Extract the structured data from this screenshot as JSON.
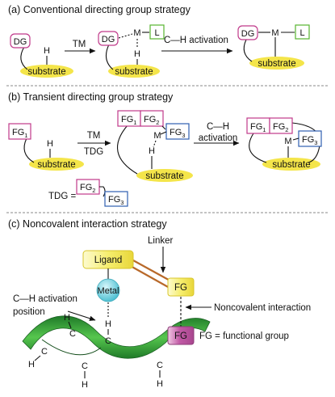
{
  "colors": {
    "substrate_fill": "#f4e54a",
    "dg_border": "#c0398a",
    "l_border": "#58b530",
    "fg_border": "#c0398a",
    "fg3_border": "#2f5fb0",
    "ligand_fill": "#f6ee6e",
    "fg_yellow_fill": "#f7f06a",
    "fg_purple_fill": "#c25aa6",
    "metal_fill": "#6ad0de",
    "linker": "#b8692a",
    "helix": "#2a9a35",
    "separator": "#888888"
  },
  "panel_a": {
    "title": "(a) Conventional directing group strategy",
    "dg": "DG",
    "h": "H",
    "substrate": "substrate",
    "arrow1": "TM",
    "m": "M",
    "l": "L",
    "ch": "C—H activation"
  },
  "panel_b": {
    "title": "(b) Transient directing group strategy",
    "fg1": "FG",
    "fg1_sub": "1",
    "fg2": "FG",
    "fg2_sub": "2",
    "fg3": "FG",
    "fg3_sub": "3",
    "h": "H",
    "m": "M",
    "substrate": "substrate",
    "arrow1_top": "TM",
    "arrow1_bottom": "TDG",
    "arrow2_top": "C—H",
    "arrow2_bottom": "activation",
    "tdg_label": "TDG ="
  },
  "panel_c": {
    "title": "(c) Noncovalent interaction strategy",
    "linker": "Linker",
    "ligand": "Ligand",
    "metal": "Metal",
    "fg": "FG",
    "ch_label_1": "C—H activation",
    "ch_label_2": "position",
    "noncovalent": "Noncovalent interaction",
    "fg_def": "FG = functional group",
    "h": "H",
    "c": "C"
  }
}
